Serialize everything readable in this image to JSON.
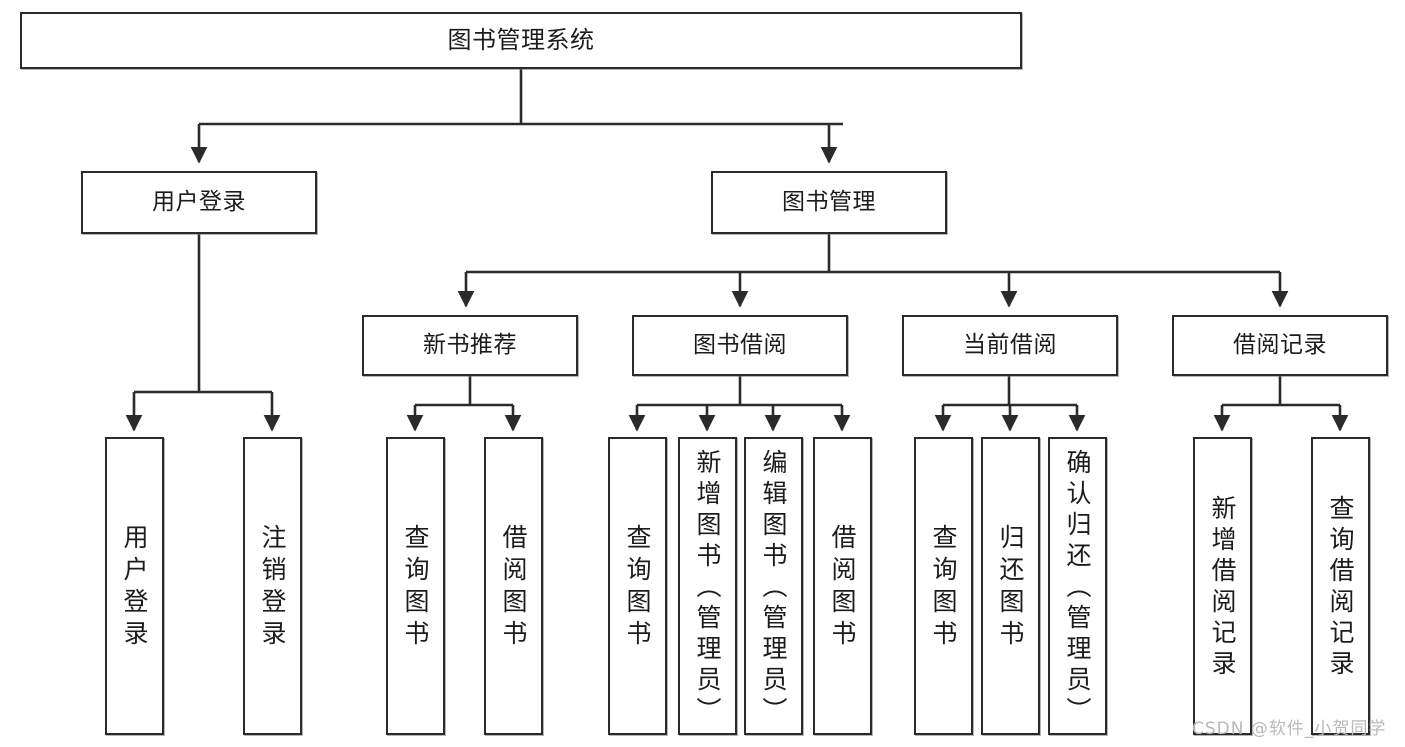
{
  "diagram": {
    "title": "图书管理系统",
    "watermark": "CSDN @软件_小贺同学",
    "line_color": "#2b2b2b",
    "box_fill": "#ffffff",
    "text_color": "#1c1c1c"
  },
  "nodes": {
    "root": {
      "label": "图书管理系统"
    },
    "level2": [
      {
        "label": "用户登录"
      },
      {
        "label": "图书管理"
      }
    ],
    "level3": [
      {
        "label": "新书推荐"
      },
      {
        "label": "图书借阅"
      },
      {
        "label": "当前借阅"
      },
      {
        "label": "借阅记录"
      }
    ],
    "leaves": {
      "user_login": [
        {
          "label": "用户登录"
        },
        {
          "label": "注销登录"
        }
      ],
      "new_book": [
        {
          "label": "查询图书"
        },
        {
          "label": "借阅图书"
        }
      ],
      "book_borrow": [
        {
          "label": "查询图书"
        },
        {
          "label": "新增图书（管理员）"
        },
        {
          "label": "编辑图书（管理员）"
        },
        {
          "label": "借阅图书"
        }
      ],
      "current_borrow": [
        {
          "label": "查询图书"
        },
        {
          "label": "归还图书"
        },
        {
          "label": "确认归还（管理员）"
        }
      ],
      "borrow_record": [
        {
          "label": "新增借阅记录"
        },
        {
          "label": "查询借阅记录"
        }
      ]
    }
  }
}
